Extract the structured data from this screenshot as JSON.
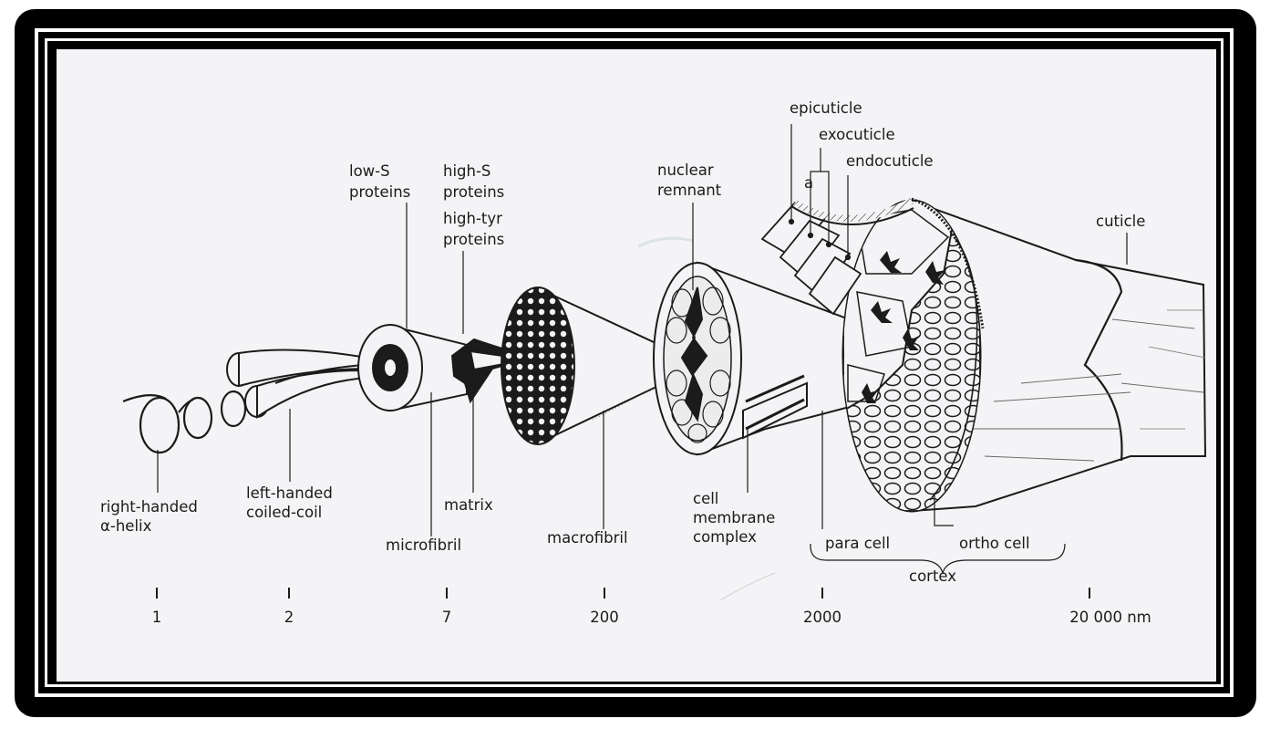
{
  "labels": {
    "right_handed_1": "right-handed",
    "right_handed_2": "α-helix",
    "left_handed_1": "left-handed",
    "left_handed_2": "coiled-coil",
    "low_s_1": "low-S",
    "low_s_2": "proteins",
    "high_s_1": "high-S",
    "high_s_2": "proteins",
    "high_tyr_1": "high-tyr",
    "high_tyr_2": "proteins",
    "microfibril": "microfibril",
    "matrix": "matrix",
    "macrofibril": "macrofibril",
    "nuclear_1": "nuclear",
    "nuclear_2": "remnant",
    "cmc_1": "cell",
    "cmc_2": "membrane",
    "cmc_3": "complex",
    "epicuticle": "epicuticle",
    "exocuticle": "exocuticle",
    "endocuticle": "endocuticle",
    "a": "a",
    "cuticle": "cuticle",
    "para_cell": "para cell",
    "ortho_cell": "ortho cell",
    "cortex": "cortex"
  },
  "scale": [
    "1",
    "2",
    "7",
    "200",
    "2000",
    "20 000 nm"
  ],
  "colors": {
    "frame": "#000000",
    "paper": "#f4f4f6",
    "ink": "#1b1b1b"
  }
}
